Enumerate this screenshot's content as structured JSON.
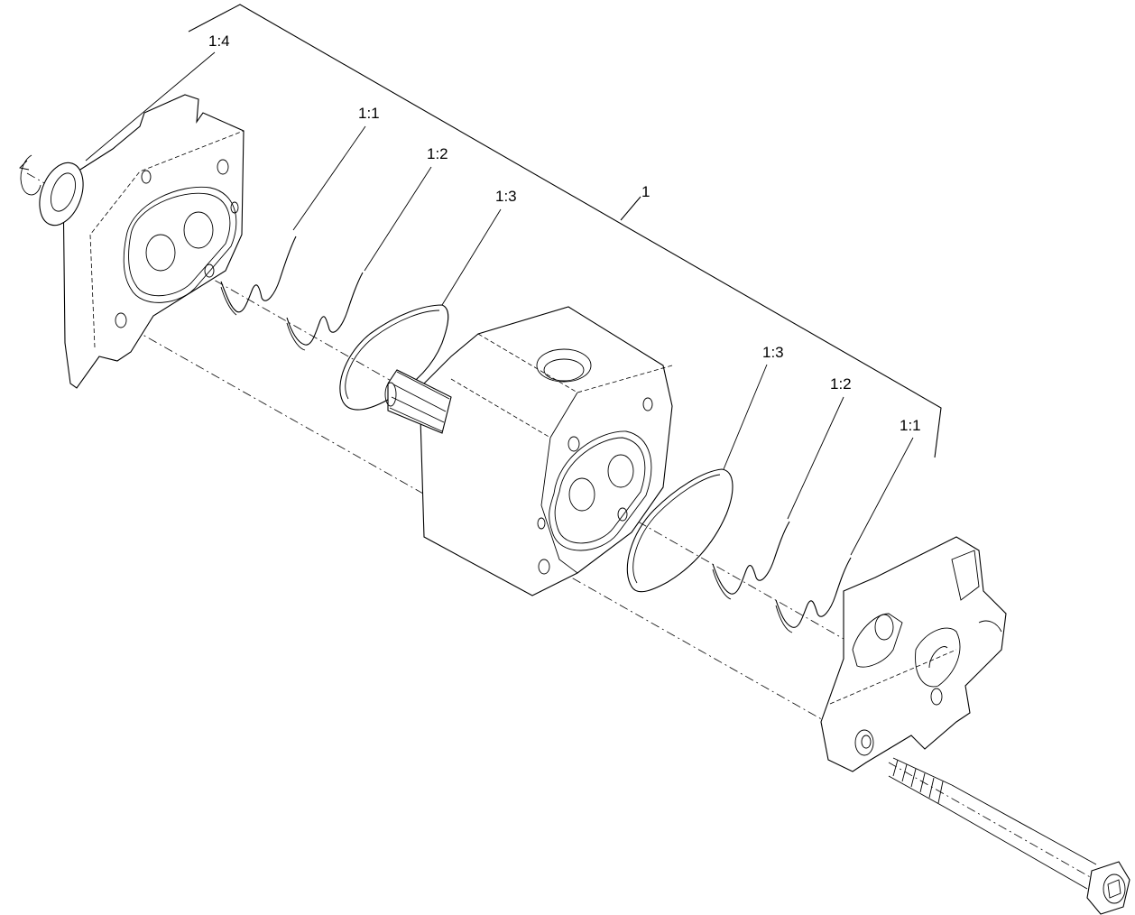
{
  "callouts": [
    {
      "id": "assembly",
      "text": "1"
    },
    {
      "id": "seal-left",
      "text": "1:4"
    },
    {
      "id": "spring-left",
      "text": "1:1"
    },
    {
      "id": "ring-left",
      "text": "1:2"
    },
    {
      "id": "gasket-left",
      "text": "1:3"
    },
    {
      "id": "gasket-right",
      "text": "1:3"
    },
    {
      "id": "ring-right",
      "text": "1:2"
    },
    {
      "id": "spring-right",
      "text": "1:1"
    }
  ]
}
